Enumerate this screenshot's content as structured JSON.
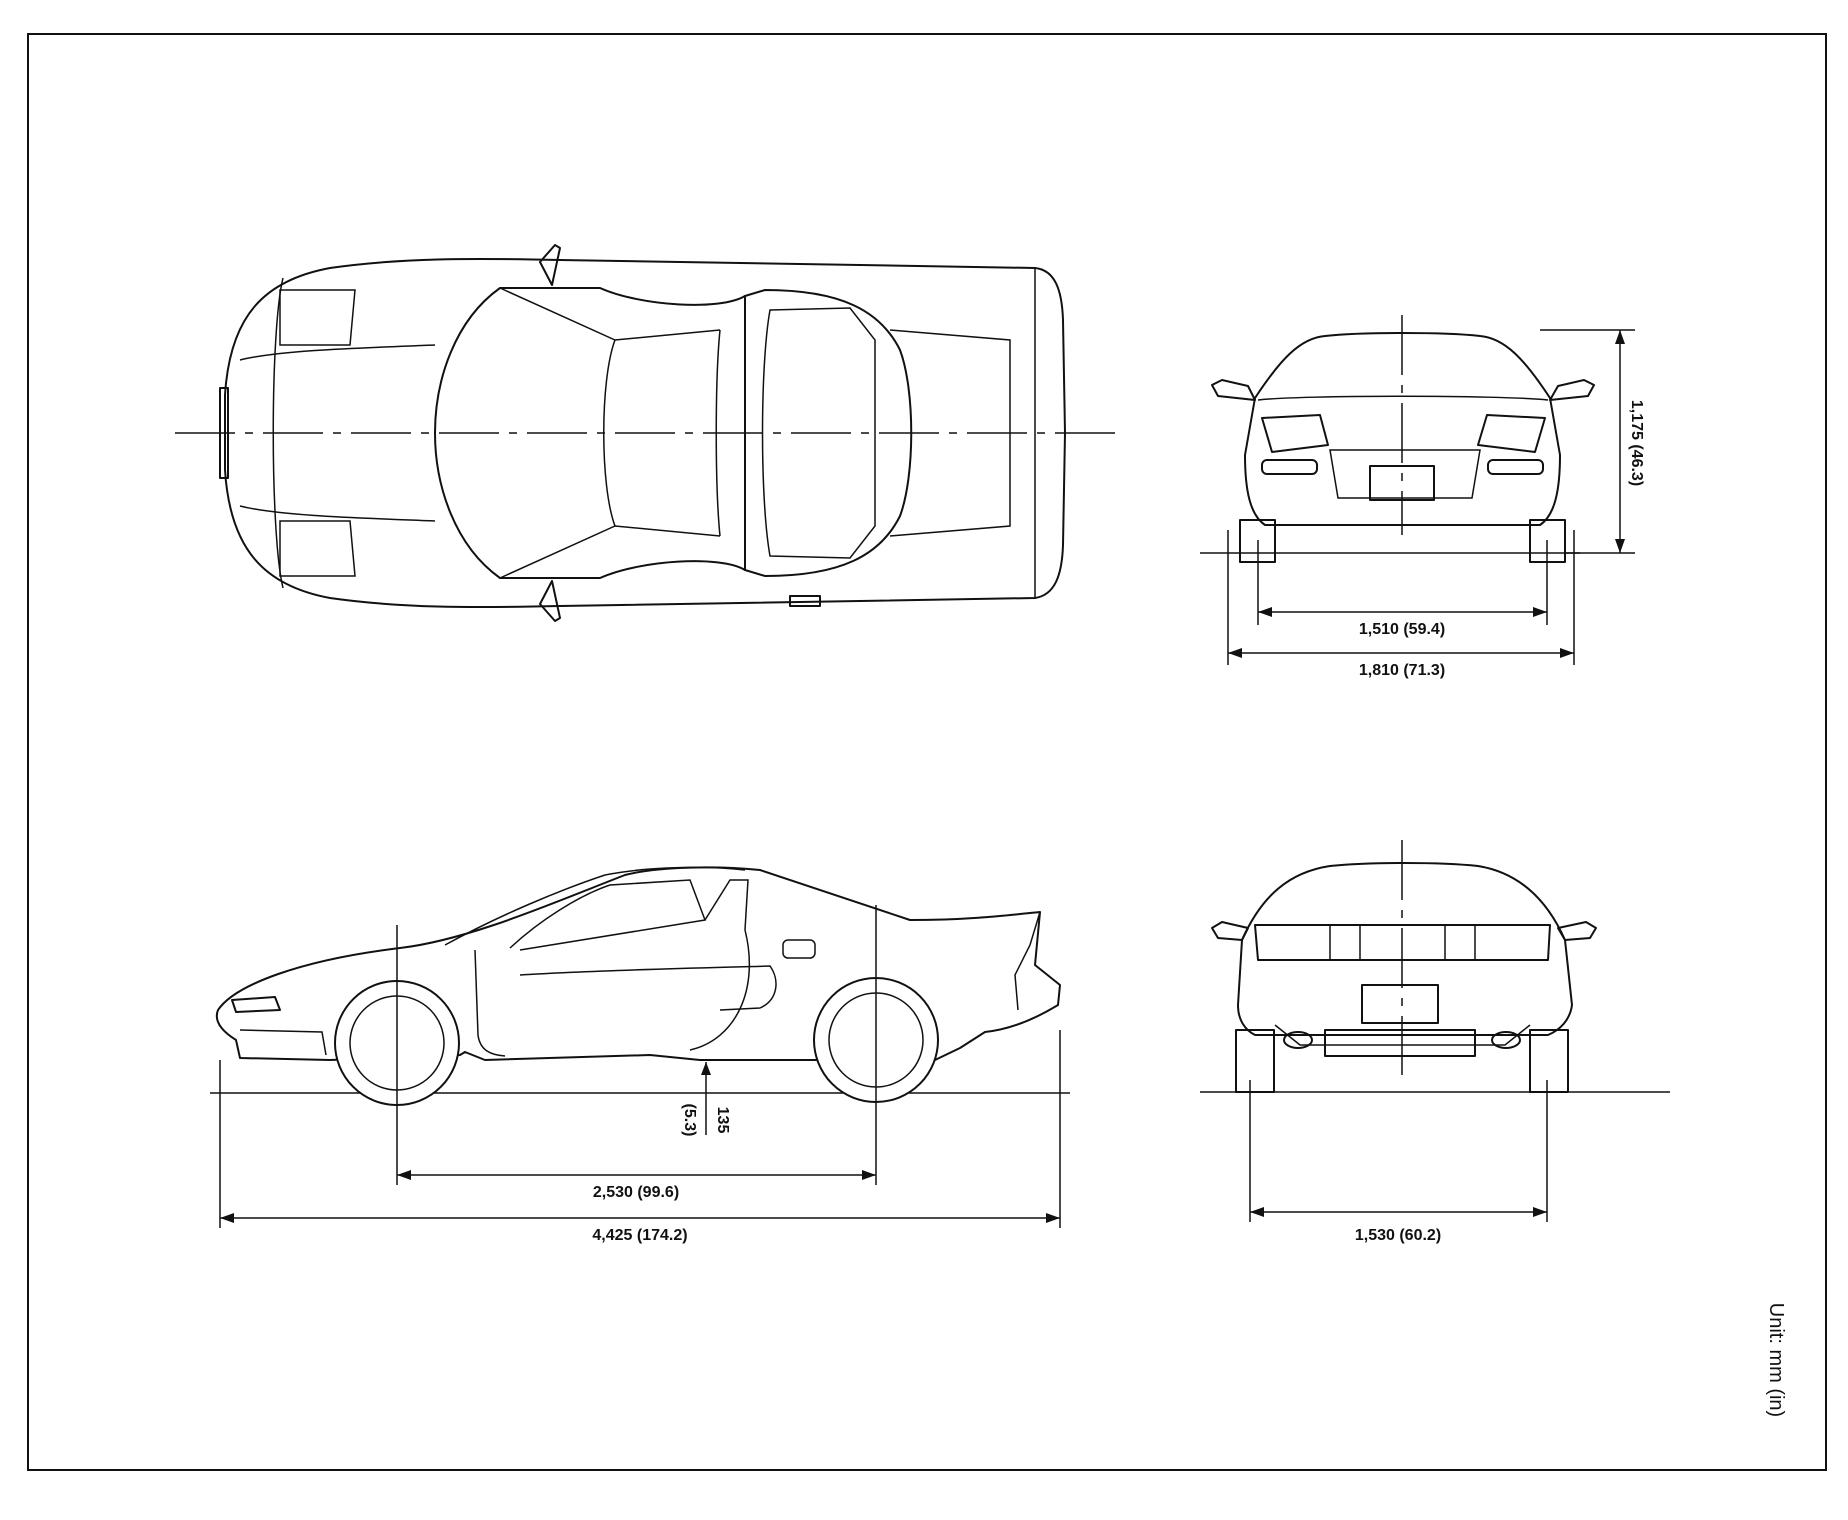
{
  "dimensions": {
    "front_track": "1,510 (59.4)",
    "overall_width": "1,810 (71.3)",
    "overall_height": "1,175 (46.3)",
    "ground_clearance_mm": "135",
    "ground_clearance_in": "(5.3)",
    "wheelbase": "2,530 (99.6)",
    "overall_length": "4,425 (174.2)",
    "rear_track": "1,530 (60.2)"
  },
  "unit_note": "Unit: mm (in)"
}
